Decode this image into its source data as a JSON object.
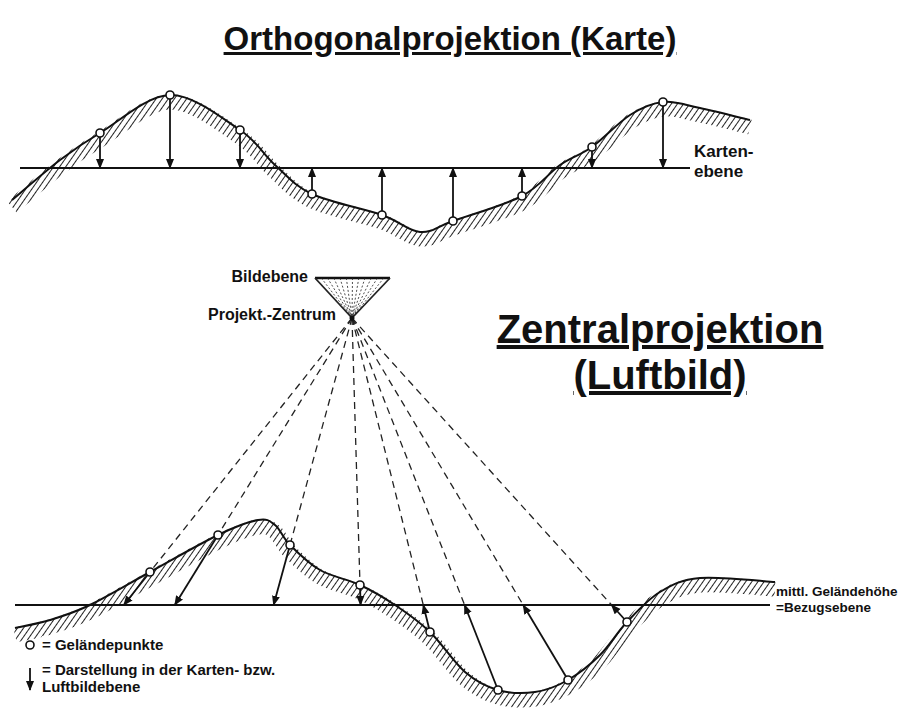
{
  "diagram": {
    "title": "Orthogonalprojektion (Karte)",
    "labels": [
      "Karten- ebene",
      "Bildebene",
      "Projekt.-Zentrum",
      "Zentralprojektion (Luftbild)",
      "mittl. Geländehöhe =Bezugsebene"
    ],
    "legend": [
      {
        "text": "= Geländepunkte"
      },
      {
        "text": "= Darstellung in der Karten- bzw. Luftbildebene"
      }
    ]
  }
}
